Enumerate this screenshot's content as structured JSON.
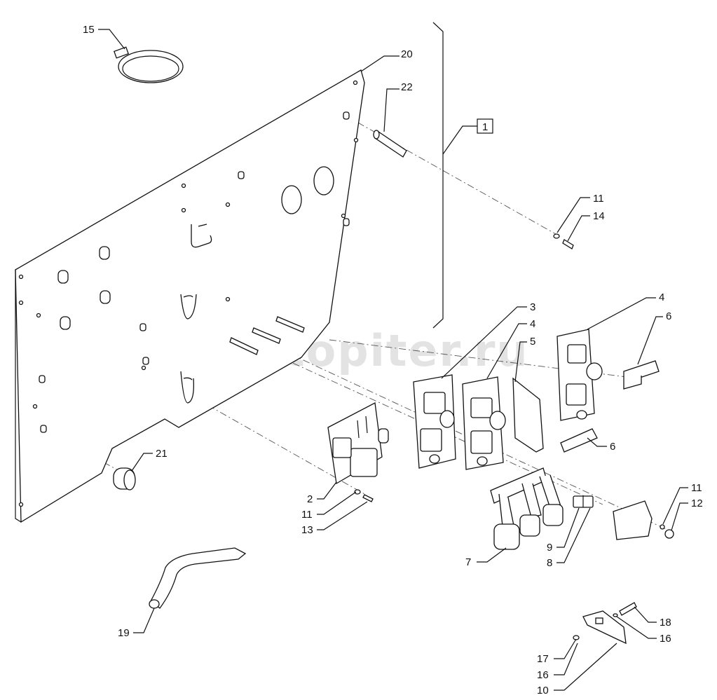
{
  "watermark": {
    "brand_text": "autopiter.ru"
  },
  "assembly_tag": "1",
  "callouts": [
    "15",
    "20",
    "22",
    "11",
    "14",
    "3",
    "4",
    "4",
    "5",
    "6",
    "6",
    "2",
    "11",
    "13",
    "21",
    "7",
    "9",
    "8",
    "11",
    "12",
    "19",
    "18",
    "16",
    "17",
    "16",
    "10"
  ]
}
